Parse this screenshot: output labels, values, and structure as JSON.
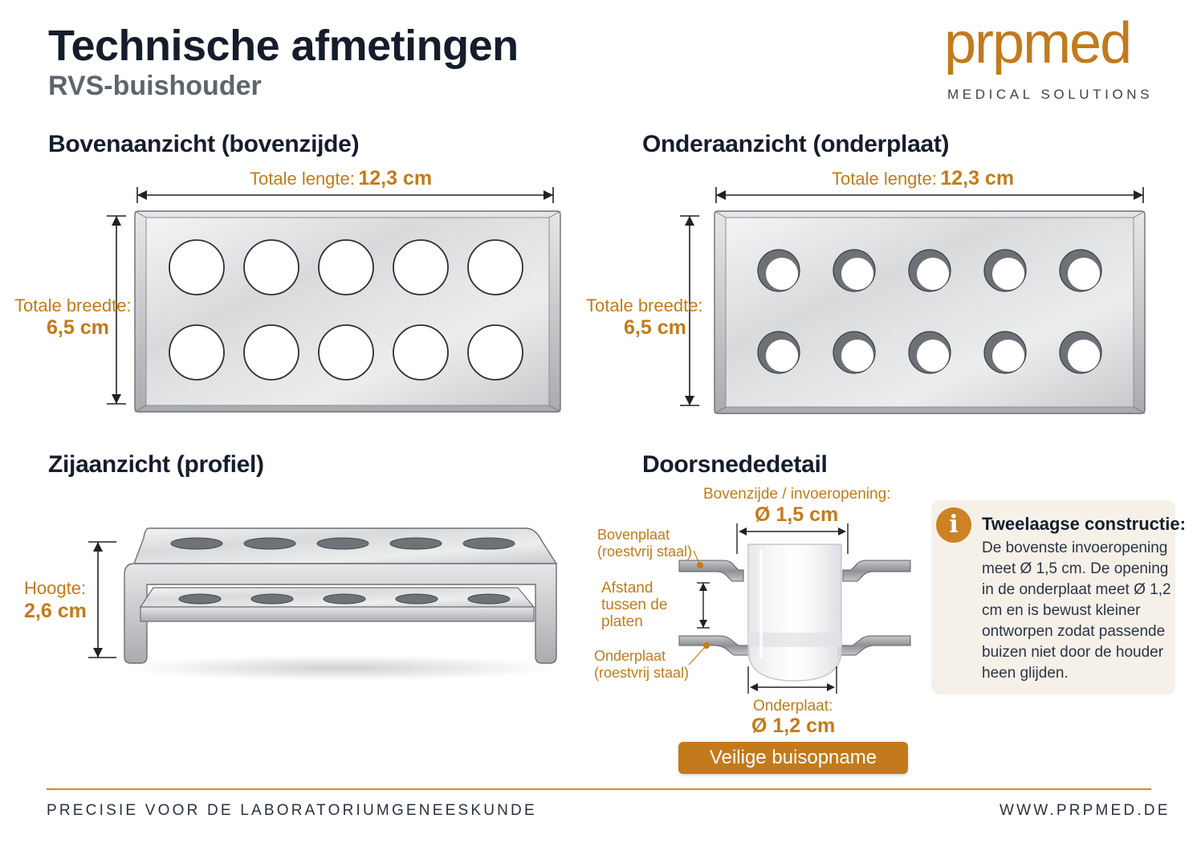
{
  "header": {
    "title": "Technische afmetingen",
    "subtitle": "RVS-buishouder"
  },
  "brand": {
    "name": "prpmed",
    "tagline": "MEDICAL SOLUTIONS",
    "accent_color": "#c27a1c"
  },
  "top_view": {
    "title": "Bovenaanzicht (bovenzijde)",
    "length_label": "Totale lengte:",
    "length_value": "12,3 cm",
    "width_label": "Totale breedte:",
    "width_value": "6,5 cm"
  },
  "bottom_view": {
    "title": "Onderaanzicht (onderplaat)",
    "length_label": "Totale lengte:",
    "length_value": "12,3 cm",
    "width_label": "Totale breedte:",
    "width_value": "6,5 cm"
  },
  "side_view": {
    "title": "Zijaanzicht (profiel)",
    "height_label": "Hoogte:",
    "height_value": "2,6 cm"
  },
  "section_detail": {
    "title": "Doorsnededetail",
    "top_label": "Bovenzijde / invoeropening:",
    "top_value": "Ø 1,5 cm",
    "top_plate_line1": "Bovenplaat",
    "top_plate_line2": "(roestvrij staal)",
    "gap_line1": "Afstand",
    "gap_line2": "tussen de",
    "gap_line3": "platen",
    "bottom_plate_line1": "Onderplaat",
    "bottom_plate_line2": "(roestvrij staal)",
    "bottom_label": "Onderplaat:",
    "bottom_value": "Ø 1,2 cm",
    "badge": "Veilige buisopname"
  },
  "info": {
    "icon": "info-icon",
    "title": "Tweelaagse constructie:",
    "text": "De bovenste invoeropening meet Ø 1,5 cm. De opening in de onderplaat meet Ø 1,2 cm en is bewust kleiner ontworpen zodat passende buizen niet door de houder heen glijden."
  },
  "footer": {
    "left": "PRECISIE VOOR DE LABORATORIUMGENEESKUNDE",
    "right": "WWW.PRPMED.DE"
  }
}
